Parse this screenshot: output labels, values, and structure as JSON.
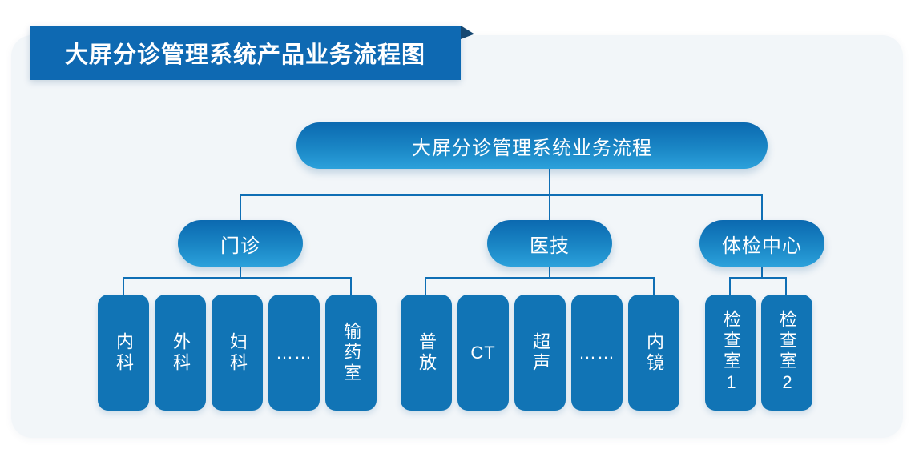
{
  "title_banner": "大屏分诊管理系统产品业务流程图",
  "tree": {
    "root": "大屏分诊管理系统业务流程",
    "branches": [
      {
        "label": "门诊",
        "children": [
          "内科",
          "外科",
          "妇科",
          "……",
          "输药室"
        ]
      },
      {
        "label": "医技",
        "children": [
          "普放",
          "CT",
          "超声",
          "……",
          "内镜"
        ]
      },
      {
        "label": "体检中心",
        "children": [
          "检查室1",
          "检查室2"
        ]
      }
    ]
  },
  "colors": {
    "page_bg": "#ffffff",
    "panel_bg": "#f2f6f9",
    "banner_bg": "#0e69b2",
    "banner_fold": "#164872",
    "node_gradient_top": "#0b69b0",
    "node_gradient_bottom": "#2ba1db",
    "leaf_bg": "#1174b5",
    "connector": "#0f6fb5",
    "text": "#ffffff"
  }
}
